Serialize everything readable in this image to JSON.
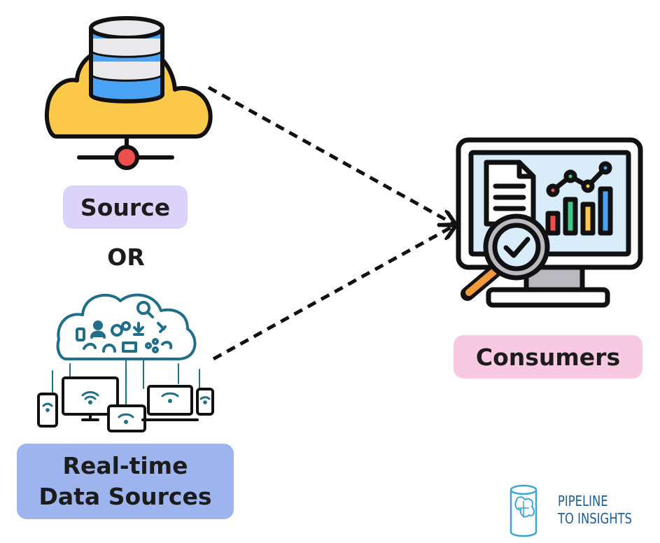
{
  "source": {
    "label": "Source"
  },
  "separator": {
    "label": "OR"
  },
  "realtime": {
    "line1": "Real-time",
    "line2": "Data Sources"
  },
  "consumers": {
    "label": "Consumers"
  },
  "brand": {
    "line1": "PIPELINE",
    "line2": "TO INSIGHTS"
  },
  "colors": {
    "source_pill": "#dcd2fa",
    "realtime_pill": "#9db4ee",
    "consumers_pill": "#f8c9e2",
    "cloud_yellow": "#fcc84a",
    "db_blue": "#4aa3f5",
    "network_teal": "#1f6f8b",
    "brand_blue": "#1a5f9e"
  },
  "icons": [
    "cloud-database-icon",
    "network-devices-icon",
    "analytics-monitor-icon",
    "magnifier-check-icon",
    "brand-logo-icon"
  ]
}
